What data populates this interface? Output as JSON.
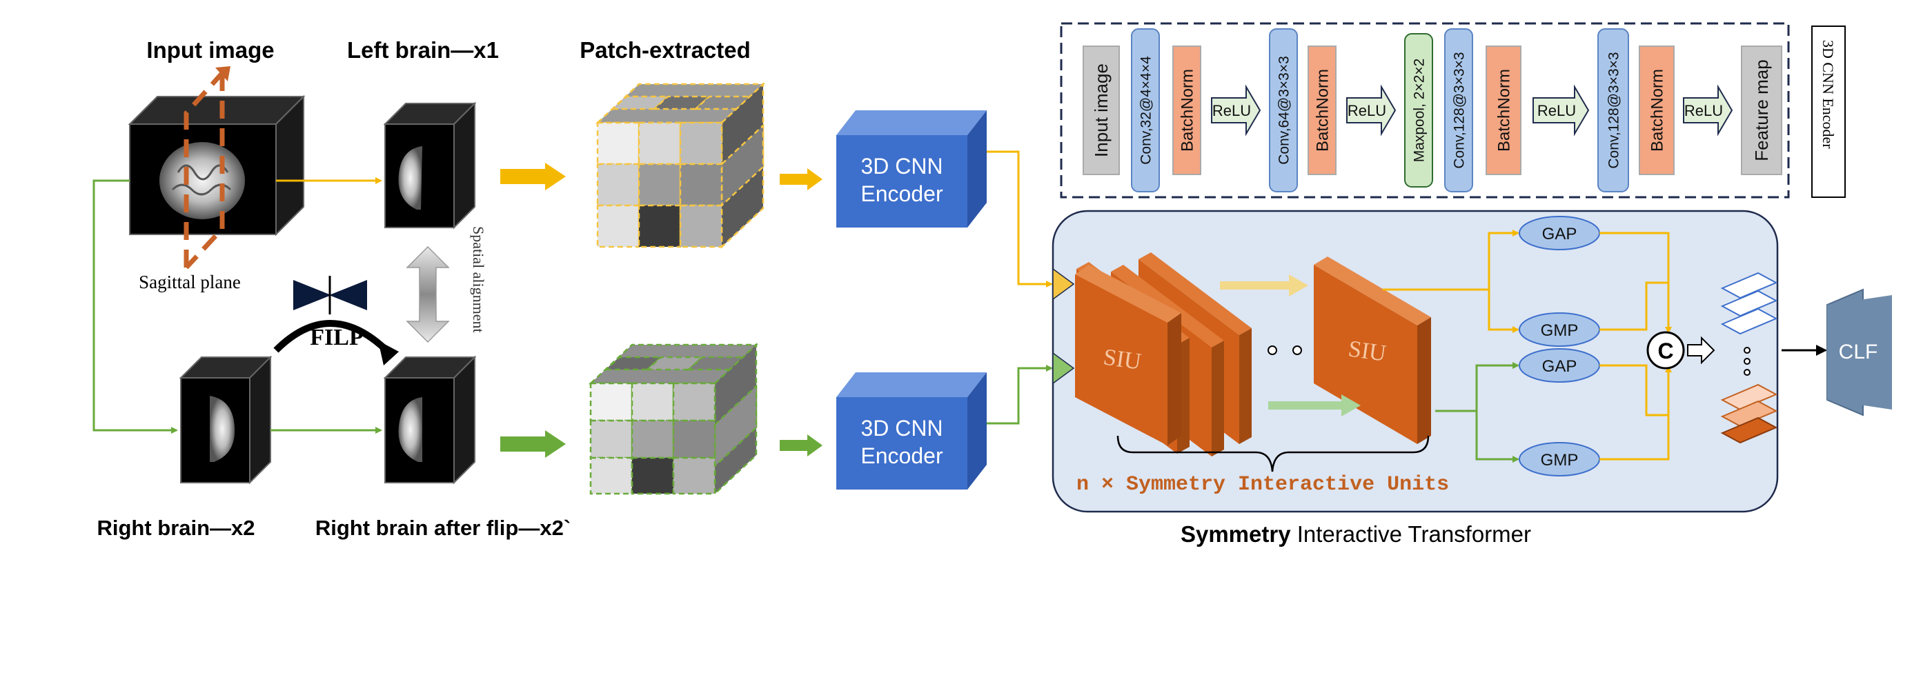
{
  "labels": {
    "input_image": "Input image",
    "left_brain": "Left brain—x1",
    "patch_extracted": "Patch-extracted",
    "sagittal_plane": "Sagittal plane",
    "filp": "FILP",
    "spatial_alignment": "Spatial alignment",
    "right_brain": "Right brain—x2",
    "right_brain_flip": "Right brain after flip—x2`"
  },
  "encoders": {
    "top_line1": "3D CNN",
    "top_line2": "Encoder",
    "bottom_line1": "3D CNN",
    "bottom_line2": "Encoder"
  },
  "cnn_encoder": {
    "side_label": "3D CNN Encoder",
    "layers": [
      {
        "text": "Input image"
      },
      {
        "text": "Conv,32@4×4×4"
      },
      {
        "text": "BatchNorm"
      },
      {
        "text": "ReLU"
      },
      {
        "text": "Conv,64@3×3×3"
      },
      {
        "text": "BatchNorm"
      },
      {
        "text": "ReLU"
      },
      {
        "text": "Maxpool, 2×2×2"
      },
      {
        "text": "Conv,128@3×3×3"
      },
      {
        "text": "BatchNorm"
      },
      {
        "text": "ReLU"
      },
      {
        "text": "Conv,128@3×3×3"
      },
      {
        "text": "BatchNorm"
      },
      {
        "text": "ReLU"
      },
      {
        "text": "Feature map"
      }
    ]
  },
  "transformer": {
    "siu": "SIU",
    "units_label": "n × Symmetry Interactive Units",
    "title_bold": "Symmetry",
    "title_rest": " Interactive Transformer",
    "gap": "GAP",
    "gmp": "GMP",
    "concat": "C",
    "clf": "CLF"
  },
  "colors": {
    "yellow": "#f5b800",
    "green": "#6aaa3a",
    "encoder_blue": "#3d6fcc",
    "siu_orange": "#d2601a",
    "panel_bg": "#dde6f3",
    "dashed_navy": "#1f2b4d",
    "batchnorm": "#f4a582",
    "conv": "#a9c6ea",
    "relu": "#e2f0d9",
    "maxpool": "#cfe8c4",
    "gray_box": "#c8c8c8",
    "pool_oval": "#a9c6ea",
    "clf": "#6f8bab"
  }
}
